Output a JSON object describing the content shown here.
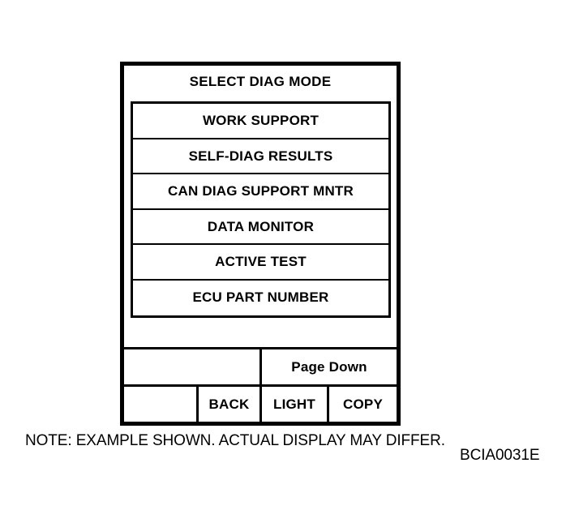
{
  "figure": {
    "note": "NOTE: EXAMPLE SHOWN. ACTUAL DISPLAY MAY DIFFER.",
    "code": "BCIA0031E"
  },
  "screen": {
    "title": "SELECT DIAG MODE",
    "menu_items": [
      {
        "label": "WORK SUPPORT"
      },
      {
        "label": "SELF-DIAG RESULTS"
      },
      {
        "label": "CAN DIAG SUPPORT MNTR"
      },
      {
        "label": "DATA MONITOR"
      },
      {
        "label": "ACTIVE TEST"
      },
      {
        "label": "ECU PART NUMBER"
      }
    ],
    "softkeys": {
      "row1": [
        {
          "label": ""
        },
        {
          "label": "Page Down"
        }
      ],
      "row2": [
        {
          "label": ""
        },
        {
          "label": "BACK"
        },
        {
          "label": "LIGHT"
        },
        {
          "label": "COPY"
        }
      ]
    }
  },
  "colors": {
    "ink": "#000000",
    "paper": "#ffffff"
  }
}
